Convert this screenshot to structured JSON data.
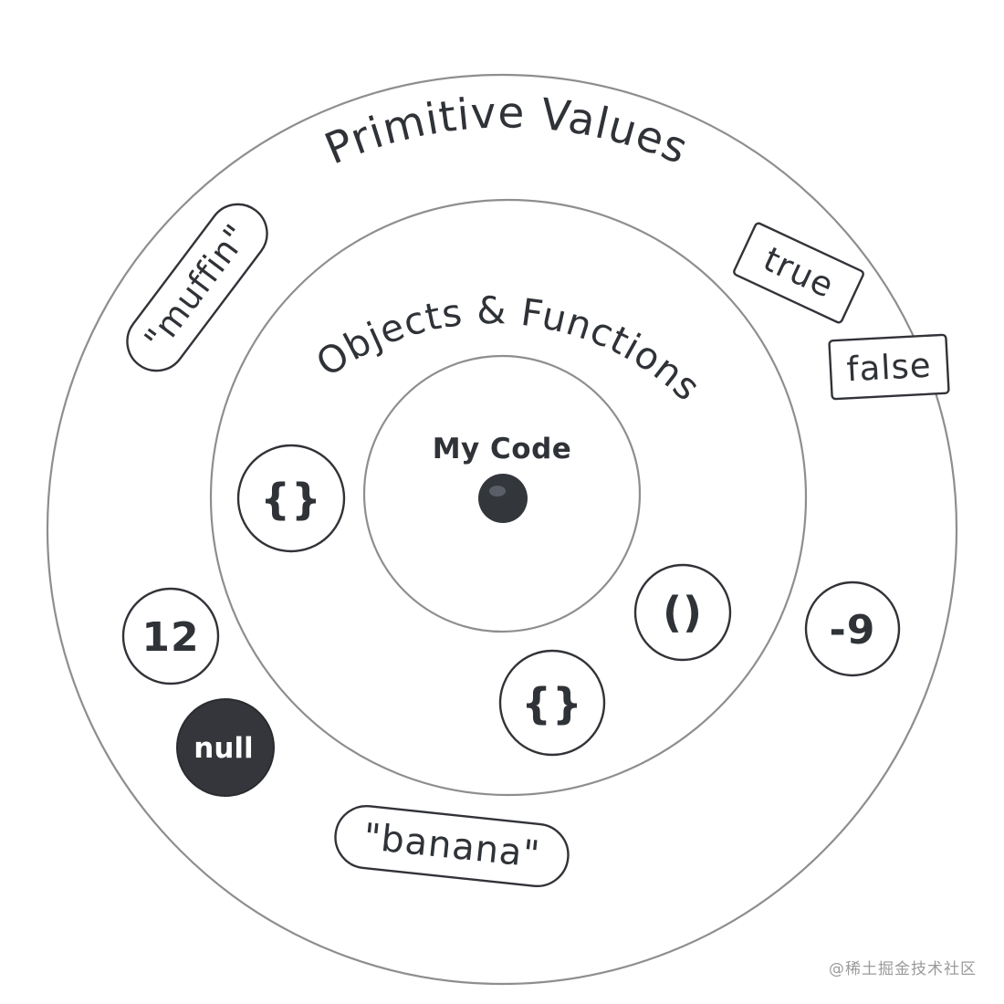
{
  "rings": {
    "outer_title": "Primitive Values",
    "middle_title": "Objects & Functions",
    "center_label": "My Code"
  },
  "primitives": {
    "muffin": "\"muffin\"",
    "true": "true",
    "false": "false",
    "twelve": "12",
    "minus_nine": "-9",
    "null": "null",
    "banana": "\"banana\""
  },
  "objects": {
    "object_left": "{}",
    "object_bottom": "{}",
    "function": "()"
  },
  "colors": {
    "ink": "#2f3237",
    "ring_stroke": "#8e8e8e",
    "null_fill": "#34363b",
    "background": "#ffffff"
  },
  "watermark": "@稀土掘金技术社区"
}
